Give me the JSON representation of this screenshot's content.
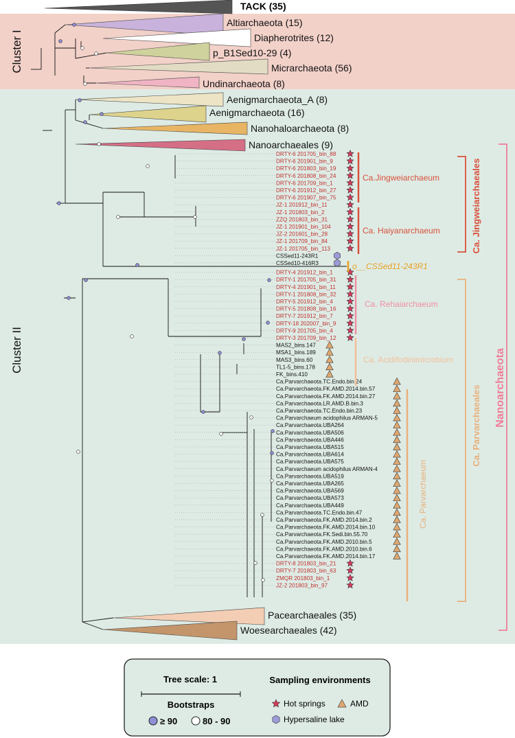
{
  "title": "TACK (35)",
  "clusters": [
    {
      "label": "Cluster I",
      "color": "#f2d1c9"
    },
    {
      "label": "Cluster II",
      "color": "#deebe5"
    }
  ],
  "collapsed": [
    {
      "label": "Altiarchaeota (15)",
      "color": "#c9b3dc"
    },
    {
      "label": "Diapherotrites (12)",
      "color": "#ffffff"
    },
    {
      "label": "p_B1Sed10-29 (4)",
      "color": "#cfd29c"
    },
    {
      "label": "Micrarchaeota (56)",
      "color": "#e2dcc4"
    },
    {
      "label": "Undinarchaeota (8)",
      "color": "#f0b4c4"
    },
    {
      "label": "Aenigmarchaeota_A (8)",
      "color": "#ece4c5"
    },
    {
      "label": "Aenigmarchaeota (16)",
      "color": "#ddd38c"
    },
    {
      "label": "Nanohaloarchaeota (8)",
      "color": "#e8b565"
    },
    {
      "label": "Nanoarchaeales (9)",
      "color": "#d46f86"
    },
    {
      "label": "Pacearchaeales (35)",
      "color": "#f3cdb4"
    },
    {
      "label": "Woesearchaeales (42)",
      "color": "#c4956a"
    }
  ],
  "leaves": [
    {
      "name": "DRTY-6 201705_bin_88",
      "env": "hot"
    },
    {
      "name": "DRTY-6 201901_bin_9",
      "env": "hot"
    },
    {
      "name": "DRTY-6 201803_bin_19",
      "env": "hot"
    },
    {
      "name": "DRTY-6 201808_bin_24",
      "env": "hot"
    },
    {
      "name": "DRTY-6 201709_bin_1",
      "env": "hot"
    },
    {
      "name": "DRTY-6 201912_bin_27",
      "env": "hot"
    },
    {
      "name": "DRTY-6 201907_bin_75",
      "env": "hot"
    },
    {
      "name": "JZ-1 201912_bin_11",
      "env": "hot"
    },
    {
      "name": "JZ-1 201803_bin_2",
      "env": "hot"
    },
    {
      "name": "ZZQ 201803_bin_31",
      "env": "hot"
    },
    {
      "name": "JZ-1 201901_bin_104",
      "env": "hot"
    },
    {
      "name": "JZ-2 201601_bin_28",
      "env": "hot"
    },
    {
      "name": "JZ-1 201709_bin_84",
      "env": "hot"
    },
    {
      "name": "JZ-1 201705_bin_113",
      "env": "hot"
    },
    {
      "name": "CSSed11-243R1",
      "env": "hyper"
    },
    {
      "name": "CSSed10-416R3",
      "env": "hyper"
    },
    {
      "name": "DRTY-4 201912_bin_1",
      "env": "hot"
    },
    {
      "name": "DRTY-1 201705_bin_31",
      "env": "hot"
    },
    {
      "name": "DRTY-4 201901_bin_11",
      "env": "hot"
    },
    {
      "name": "DRTY-1 201808_bin_32",
      "env": "hot"
    },
    {
      "name": "DRTY-5 201912_bin_4",
      "env": "hot"
    },
    {
      "name": "DRTY-5 201808_bin_16",
      "env": "hot"
    },
    {
      "name": "DRTY-7 201912_bin_7",
      "env": "hot"
    },
    {
      "name": "DRTY-18 202007_bin_9",
      "env": "hot"
    },
    {
      "name": "DRTY-9 201705_bin_4",
      "env": "hot"
    },
    {
      "name": "DRTY-3 201709_bin_12",
      "env": "hot"
    },
    {
      "name": "MAS2_bins.147",
      "env": "amd"
    },
    {
      "name": "MSA1_bins.189",
      "env": "amd"
    },
    {
      "name": "MAS3_bins.60",
      "env": "amd"
    },
    {
      "name": "TL1-5_bins.178",
      "env": "amd"
    },
    {
      "name": "FK_bins.410",
      "env": "amd"
    },
    {
      "name": "Ca.Parvarchaeota.TC.Endo.bin.24",
      "env": "amd"
    },
    {
      "name": "Ca.Parvarchaeota.FK.AMD.2014.bin.57",
      "env": "amd"
    },
    {
      "name": "Ca.Parvarchaeota.FK.AMD.2014.bin.27",
      "env": "amd"
    },
    {
      "name": "Ca.Parvarchaeota.LR.AMD.B.bin.3",
      "env": "amd"
    },
    {
      "name": "Ca.Parvarchaeota.TC.Endo.bin.23",
      "env": "amd"
    },
    {
      "name": "Ca.Parvarchaeum acidophilus ARMAN-5",
      "env": "amd"
    },
    {
      "name": "Ca.Parvarchaeota.UBA264",
      "env": "amd"
    },
    {
      "name": "Ca.Parvarchaeota.UBA506",
      "env": "amd"
    },
    {
      "name": "Ca.Parvarchaeota.UBA446",
      "env": "amd"
    },
    {
      "name": "Ca.Parvarchaeota.UBA515",
      "env": "amd"
    },
    {
      "name": "Ca.Parvarchaeota.UBA614",
      "env": "amd"
    },
    {
      "name": "Ca.Parvarchaeota.UBA575",
      "env": "amd"
    },
    {
      "name": "Ca.Parvarchaeum acidophilus ARMAN-4",
      "env": "amd"
    },
    {
      "name": "Ca.Parvarchaeota.UBA519",
      "env": "amd"
    },
    {
      "name": "Ca.Parvarchaeota.UBA265",
      "env": "amd"
    },
    {
      "name": "Ca.Parvarchaeota.UBA569",
      "env": "amd"
    },
    {
      "name": "Ca.Parvarchaeota.UBA573",
      "env": "amd"
    },
    {
      "name": "Ca.Parvarchaeota.UBA449",
      "env": "amd"
    },
    {
      "name": "Ca.Parvarchaeota.TC.Endo.bin.47",
      "env": "amd"
    },
    {
      "name": "Ca.Parvarchaeota.FK.AMD.2014.bin.2",
      "env": "amd"
    },
    {
      "name": "Ca.Parvarchaeota.FK.AMD.2014.bin.10",
      "env": "amd"
    },
    {
      "name": "Ca.Parvarchaeota.FK.Sedi.bin.55.70",
      "env": "amd"
    },
    {
      "name": "Ca.Parvarchaeota.FK.AMD.2010.bin.5",
      "env": "amd"
    },
    {
      "name": "Ca.Parvarchaeota.FK.AMD.2010.bin.6",
      "env": "amd"
    },
    {
      "name": "Ca.Parvarchaeota.FK.AMD.2014.bin.17",
      "env": "amd"
    },
    {
      "name": "DRTY-8 201803_bin_21",
      "env": "hot"
    },
    {
      "name": "DRTY-7 201803_bin_63",
      "env": "hot"
    },
    {
      "name": "ZMQR 201803_bin_1",
      "env": "hot"
    },
    {
      "name": "JZ-2 201803_bin_97",
      "env": "hot"
    }
  ],
  "genera": [
    {
      "label": "Ca.Jingweiarchaeum",
      "color": "#d8503a"
    },
    {
      "label": "Ca. Haiyanarchaeum",
      "color": "#d8503a"
    },
    {
      "label": "o__CSSed11-243R1",
      "color": "#e8a020"
    },
    {
      "label": "Ca. Rehaiarchaeum",
      "color": "#f08ea0"
    },
    {
      "label": "Ca. Acidifodinimicrobium",
      "color": "#f2c099"
    },
    {
      "label": "Ca. Parvarchaeum",
      "color": "#e8b07a"
    }
  ],
  "orders": [
    {
      "label": "Ca. Jingweiarchaeales",
      "color": "#d8503a"
    },
    {
      "label": "Ca. Parvarchaeales",
      "color": "#e8b07a"
    }
  ],
  "phylum": {
    "label": "Nanoarchaeota",
    "color": "#f07c98"
  },
  "legend": {
    "tree_scale": "Tree scale: 1",
    "bootstraps_title": "Bootstraps",
    "boot_high": "≥ 90",
    "boot_mid": "80 - 90",
    "env_title": "Sampling environments",
    "hot": "Hot springs",
    "amd": "AMD",
    "hyper": "Hypersaline lake",
    "colors": {
      "hot": "#d63a5c",
      "amd": "#e0a870",
      "hyper": "#9d9ad8",
      "boot_high": "#8f8fd6"
    }
  }
}
